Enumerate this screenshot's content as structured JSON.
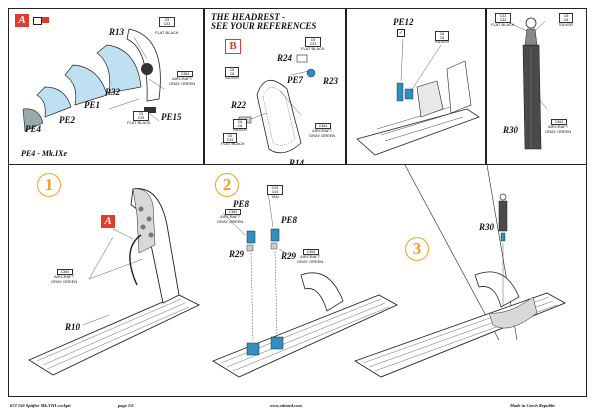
{
  "panel_a": {
    "marker": "A",
    "parts": [
      "R13",
      "R32",
      "PE1",
      "PE2",
      "PE4",
      "PE15"
    ],
    "caption": "PE4 - Mk.IXe",
    "paint_refs": [
      {
        "code": "C5\nC33",
        "name": "",
        "label": "FLAT BLACK"
      },
      {
        "code": "C364",
        "name": "AIRCRAFT\nGRAY GREEN"
      },
      {
        "code": "C5\nC33",
        "name": "FLAT BLACK"
      }
    ]
  },
  "panel_b": {
    "title_line1": "THE HEADREST -",
    "title_line2": "SEE YOUR REFERENCES",
    "marker": "B",
    "parts": [
      "R24",
      "PE7",
      "R23",
      "R22",
      "R14"
    ],
    "paint_refs": [
      {
        "code": "C5\nC33",
        "name": "FLAT BLACK"
      },
      {
        "code": "C8\nC8",
        "name": "SILVER"
      },
      {
        "code": "C8\nC8",
        "name": "SILVER"
      },
      {
        "code": "C364",
        "name": "AIRCRAFT\nGRAY GREEN"
      },
      {
        "code": "C5\nC33",
        "name": "FLAT BLACK"
      }
    ]
  },
  "panel_c": {
    "parts": [
      "PE12"
    ],
    "paint_refs": [
      {
        "code": "C8\nC8",
        "name": "SILVER"
      }
    ]
  },
  "panel_d": {
    "parts": [
      "R30"
    ],
    "paint_refs": [
      {
        "code": "C33\nC33",
        "name": "FLAT BLACK"
      },
      {
        "code": "C8\nC8",
        "name": "SILVER"
      },
      {
        "code": "C364",
        "name": "AIRCRAFT\nGRAY GREEN"
      }
    ]
  },
  "step1": {
    "number": "1",
    "marker": "A",
    "parts": [
      "R10"
    ],
    "paint_refs": [
      {
        "code": "C364",
        "name": "AIRCRAFT\nGRAY GREEN"
      }
    ]
  },
  "step2": {
    "number": "2",
    "parts": [
      "PE8",
      "PE8",
      "R29",
      "R29"
    ],
    "paint_refs": [
      {
        "code": "C364",
        "name": "AIRCRAFT\nGRAY GREEN"
      },
      {
        "code": "C33\nC44",
        "name": "TAN"
      },
      {
        "code": "C364",
        "name": "AIRCRAFT\nGRAY GREEN"
      }
    ]
  },
  "step3": {
    "number": "3",
    "parts": [
      "R30"
    ]
  },
  "footer": {
    "kit": "672 156   Spitfire Mk.VIII cockpit",
    "page": "page 2/6",
    "site": "www.eduard.com",
    "made": "Made in Czech Republic"
  }
}
